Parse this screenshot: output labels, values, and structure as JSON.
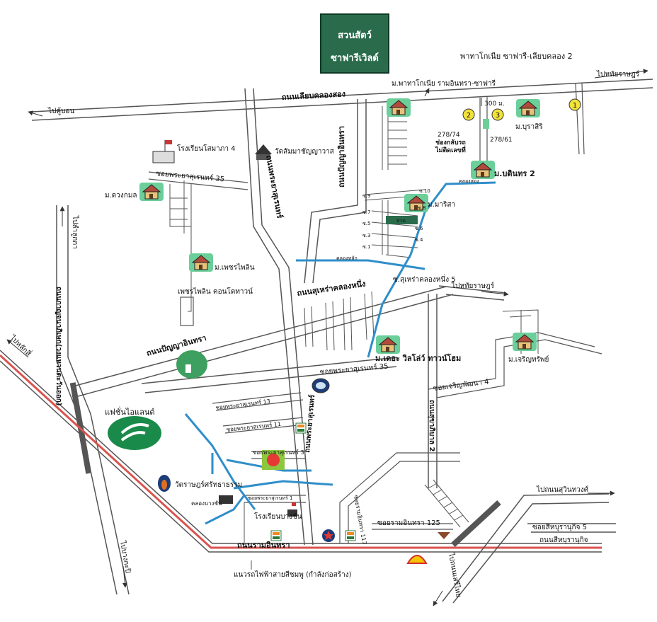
{
  "zoo": {
    "line1": "สวนสัตว์",
    "line2": "ซาฟารีเวิลด์"
  },
  "roads": {
    "liap_khlong_song": "ถนนเลียบคลองสอง",
    "suea_khlong_nueng": "ถนนสุเหร่าคลองหนึ่ง",
    "panya_inthra": "ถนนปัญญาอินทรา",
    "panya_inthra_v": "ถนนปัญญาอินทรา",
    "phraya_suren": "ถนนพระยาสุเรนทร์",
    "phraya_suren_lower": "ถนนพระยาสุเรนทร์",
    "kanchanaphisek": "ถนนกาญจนาภิเษก(วงแหวนตะวันออก)",
    "ram_inthra": "ถนนรามอินทรา",
    "sukhaphiban": "ถนนสุขาภิบาล 2",
    "sihaburanukit": "ถนนสีหบุรานุกิจ"
  },
  "sois": {
    "phraya_suren_35_top": "ซอยพระยาสุเรนทร์ 35",
    "phraya_suren_35_mid": "ซอยพระยาสุเรนทร์ 35",
    "phraya_suren_13": "ซอยพระยาสุเรนทร์ 13",
    "phraya_suren_11": "ซอยพระยาสุเรนทร์ 11",
    "phraya_suren_3": "ซอยพระยาสุเรนทร์ 3",
    "phraya_suren_1": "ซอยพระยาสุเรนทร์ 1",
    "charoen_phatthana_4": "ซอยเจริญพัฒนา 4",
    "ram_inthra_117": "ซอยรามอินทรา 117",
    "ram_inthra_125": "ซอยรามอินทรา 125",
    "sihaburanukit_5": "ซอยสีหบุรานุกิจ 5",
    "suea_khlong_nueng_5": "ซ.สุเหร่าคลองหนึ่ง 5",
    "phatthanakonia_safari": "ม.พาทาโกเนีย รามอินทรา-ซาฟารี",
    "soi_10": "ซ.10",
    "soi_9": "ซ.9",
    "soi_8": "ซ.8",
    "soi_7": "ซ.7",
    "soi_6": "ซ.6",
    "soi_5": "ซ.5",
    "soi_4": "ซ.4",
    "soi_3": "ซ.3",
    "soi_1": "ซ.1"
  },
  "directions": {
    "to_khubon": "ไปคู้บอน",
    "to_hathairat_top": "ไปหทัยราษฎร์",
    "to_hathairat_mid": "ไปหทัยราษฎร์",
    "to_lamlukka": "ไปลำลูกกา",
    "to_bangkapi": "ไปบางกะปิ",
    "to_laksi": "ไปหลักสี่",
    "to_sukhumvit": "ไปถนนสุวินทวงศ์",
    "to_serithai": "ไปถนนเสรีไทย"
  },
  "places": {
    "patagonia_liap": "พาทาโกเนีย ซาฟารี-เลียบคลอง 2",
    "buraasiri": "ม.บุราสิริ",
    "bodintorn": "ม.บดินทร 2",
    "marisa": "ม.มาริสา",
    "duangkamon": "ม.ดวงกมล",
    "phet_phailin": "ม.เพชรไพลิน",
    "phet_phailin_condo": "เพชรไพลิน คอนโดทาวน์",
    "the_villa": "ม.เดอะ วิลโล่ว์ ทาวน์โฮม",
    "charoen_sap": "ม.เจริญทรัพย์",
    "school_sammakhi": "โรงเรียนโสมาภา 4",
    "wat_samakki": "วัดสัมมาชัญญาวาส",
    "fashion_island": "แฟชั่นไอแลนด์",
    "wat_rat": "วัดราษฎร์ศรัทธาธรรม",
    "school_bangchan": "โรงเรียนบางชัน",
    "khlong_bang_chan": "คลองบางชัน",
    "khlong_lat": "คลองหลัก",
    "khlong_song": "คลองสอง",
    "green_plot": "สวน",
    "dist_300": "300 ม.",
    "house_278_74": "278/74",
    "house_278_61": "278/61",
    "checkpoint": "ช่องกลับรถ",
    "no_number": "ไม่ติดเลขที่",
    "skytrain": "แนวรถไฟฟ้าสายสีชมพู (กำลังก่อสร้าง)",
    "marker_1": "1",
    "marker_2": "2",
    "marker_3": "3"
  },
  "colors": {
    "zoo_box": "#2a6b4c",
    "canal": "#2f8ec9",
    "road": "#555555",
    "skytrain": "#d9534f",
    "house_bg": "#6ccf9a",
    "marker": "#f2e33a"
  },
  "icons": [
    "house-icon",
    "school-flag-icon",
    "temple-icon",
    "fashion-island-logo",
    "bigc-logo",
    "seven-eleven-logo",
    "shell-logo",
    "caltex-logo",
    "tesco-logo"
  ]
}
